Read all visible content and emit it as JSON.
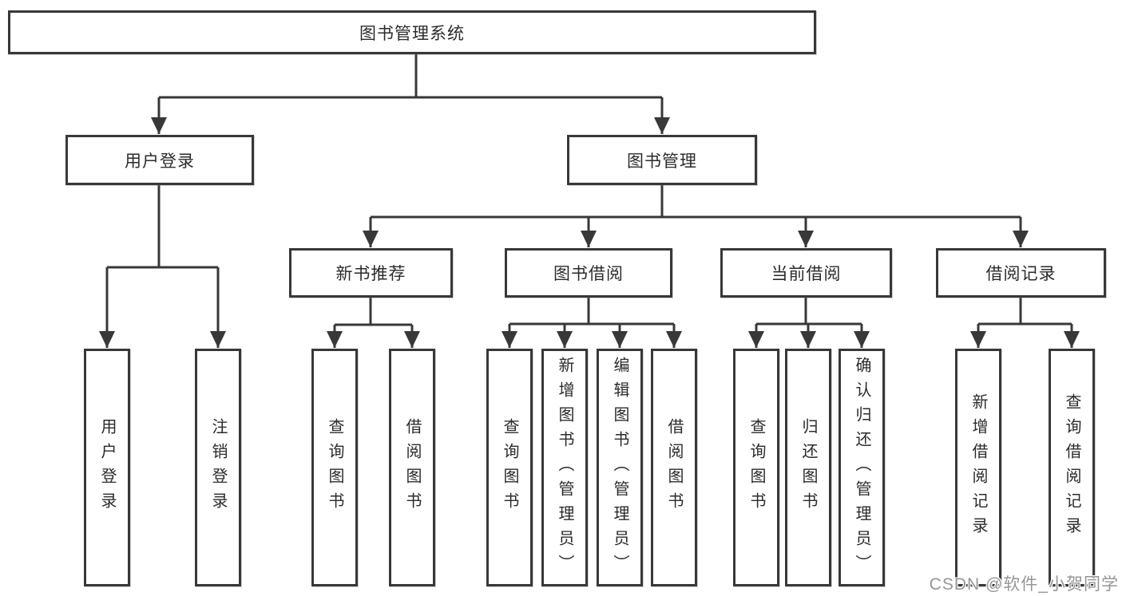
{
  "tree": {
    "root": {
      "label": "图书管理系统"
    },
    "level2": [
      {
        "label": "用户登录"
      },
      {
        "label": "图书管理"
      }
    ],
    "level3": [
      {
        "label": "新书推荐"
      },
      {
        "label": "图书借阅"
      },
      {
        "label": "当前借阅"
      },
      {
        "label": "借阅记录"
      }
    ],
    "leaves": {
      "user_login": [
        {
          "label": "用户登录"
        },
        {
          "label": "注销登录"
        }
      ],
      "new_book_recommend": [
        {
          "label": "查询图书"
        },
        {
          "label": "借阅图书"
        }
      ],
      "book_borrow": [
        {
          "label": "查询图书"
        },
        {
          "label": "新增图书（管理员）"
        },
        {
          "label": "编辑图书（管理员）"
        },
        {
          "label": "借阅图书"
        }
      ],
      "current_borrow": [
        {
          "label": "查询图书"
        },
        {
          "label": "归还图书"
        },
        {
          "label": "确认归还（管理员）"
        }
      ],
      "borrow_records": [
        {
          "label": "新增借阅记录"
        },
        {
          "label": "查询借阅记录"
        }
      ]
    }
  },
  "watermark": {
    "text": "CSDN @软件_小贺同学"
  },
  "colors": {
    "line": "#383838",
    "text": "#2b2b2b",
    "background": "#ffffff",
    "watermark": "#969696"
  }
}
